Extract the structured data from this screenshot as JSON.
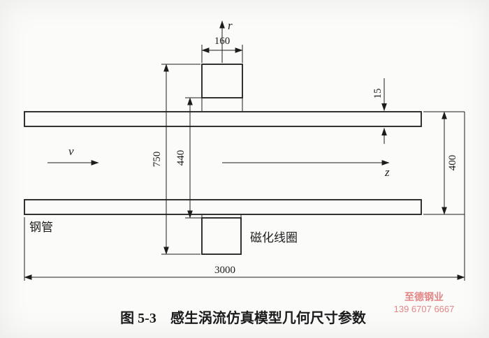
{
  "figure": {
    "caption": "图 5-3　感生涡流仿真模型几何尺寸参数",
    "dimensions": {
      "coil_width": "160",
      "wall_thickness": "15",
      "coil_outer_span": "750",
      "coil_inner_span": "440",
      "pipe_outer_diameter": "400",
      "model_length": "3000"
    },
    "axis_labels": {
      "radial": "r",
      "axial": "z",
      "velocity": "v"
    },
    "part_labels": {
      "steel_pipe": "钢管",
      "magnetizing_coil": "磁化线圈"
    },
    "watermark": {
      "name": "至德钢业",
      "phone": "139 6707 6667"
    },
    "colors": {
      "ink": "#1c1c1c",
      "watermark": "#dd6a6a",
      "background": "#fbfbfa"
    }
  }
}
